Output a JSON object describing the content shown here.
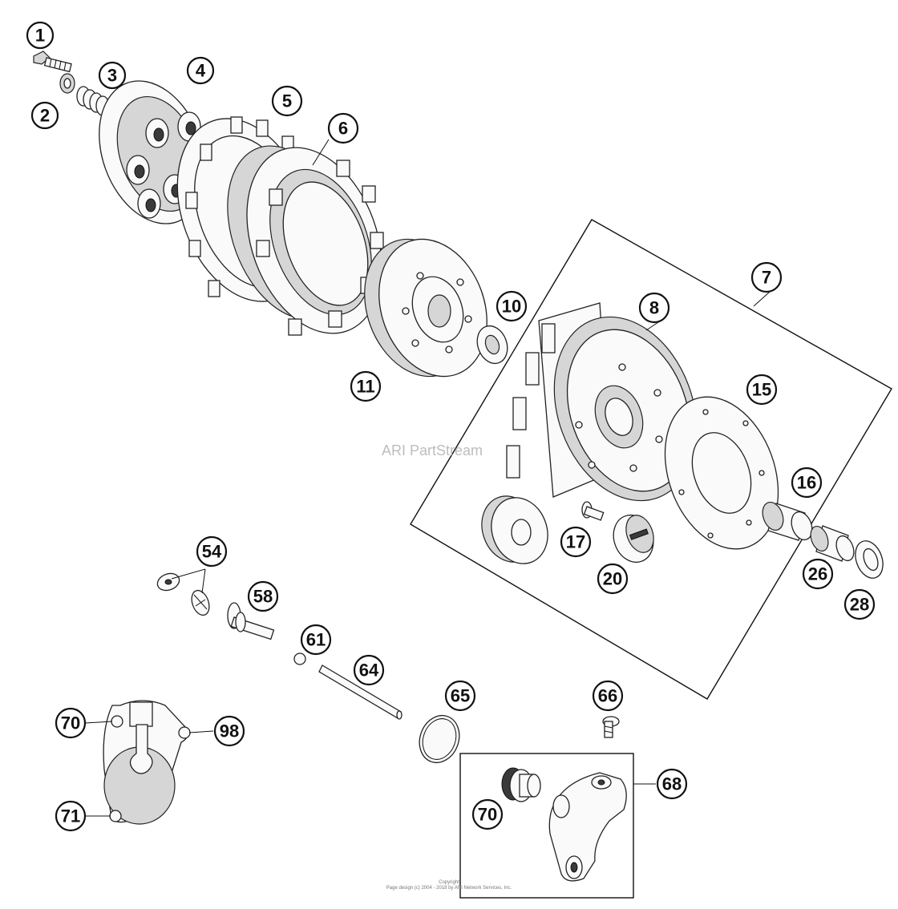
{
  "watermark": "ARI PartStream",
  "footer": {
    "copyright": "Copyright",
    "credit": "Page design (c) 2004 - 2018 by ARI Network Services, Inc."
  },
  "callouts": [
    "1",
    "2",
    "3",
    "4",
    "5",
    "6",
    "7",
    "8",
    "10",
    "11",
    "15",
    "16",
    "17",
    "20",
    "26",
    "28",
    "54",
    "58",
    "61",
    "64",
    "65",
    "66",
    "68",
    "70",
    "70",
    "71",
    "98"
  ]
}
